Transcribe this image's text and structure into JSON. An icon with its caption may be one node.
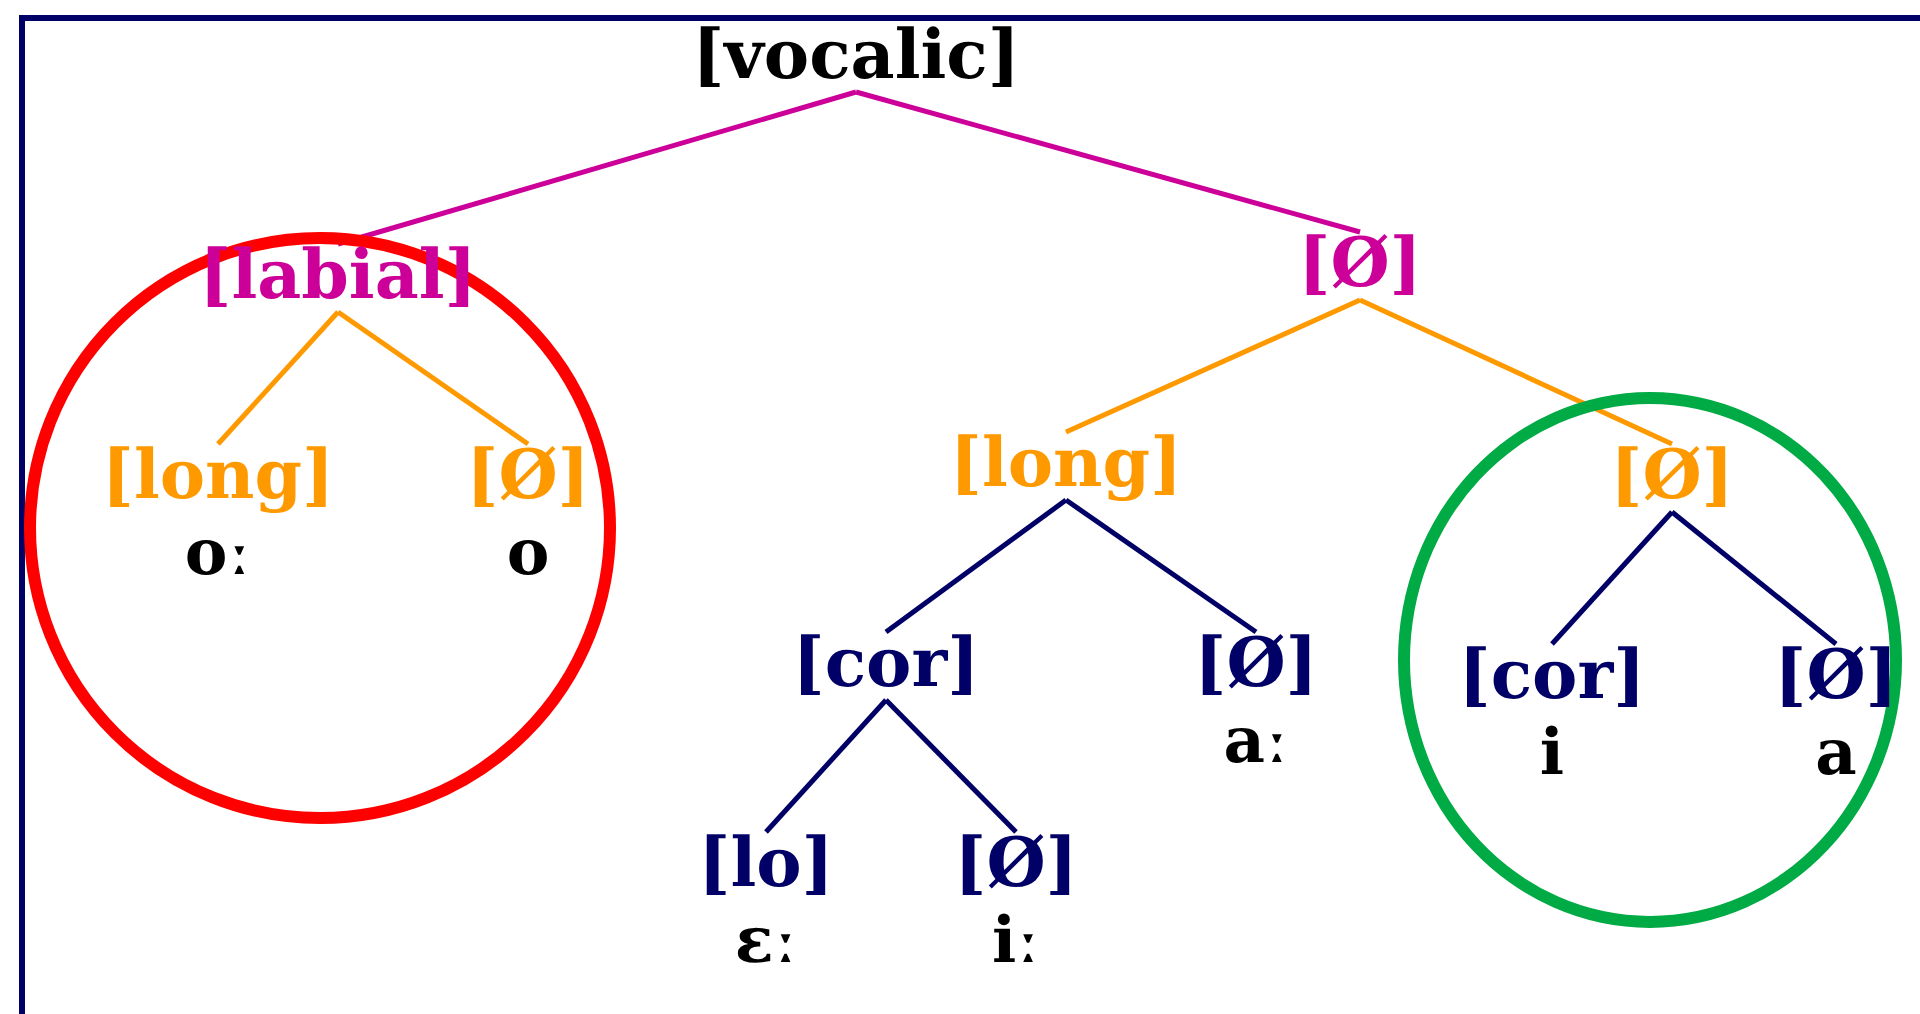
{
  "diagram": {
    "nodes": [
      {
        "text": [
          "[vocalic]"
        ]
      },
      {
        "text": [],
        "shape": "circle"
      },
      {
        "text": [
          "[labial]"
        ],
        "in": 1
      },
      {
        "text": [
          "[long]"
        ],
        "in": 1,
        "beside": [
          "oː"
        ]
      },
      {
        "text": [
          "[Ø]"
        ],
        "in": 1,
        "beside": [
          "o"
        ]
      },
      {
        "text": [
          "[Ø]"
        ]
      },
      {
        "text": [
          "[long]"
        ]
      },
      {
        "text": [],
        "shape": "circle"
      },
      {
        "text": [
          "[Ø]"
        ],
        "in": 7
      },
      {
        "text": [
          "[cor]"
        ]
      },
      {
        "text": [
          "[Ø]"
        ],
        "beside": [
          "aː"
        ]
      },
      {
        "text": [
          "[cor]"
        ],
        "in": 7,
        "beside": [
          "i"
        ]
      },
      {
        "text": [
          "[Ø]"
        ],
        "in": 7,
        "beside": [
          "a"
        ]
      },
      {
        "text": [
          "[lo]"
        ],
        "beside": [
          "ɛː"
        ]
      },
      {
        "text": [
          "[Ø]"
        ],
        "beside": [
          "iː"
        ]
      }
    ],
    "edges": [
      {
        "from": 0,
        "to": 2,
        "arrow": "none",
        "color": "#cc0099"
      },
      {
        "from": 0,
        "to": 5,
        "arrow": "none",
        "color": "#cc0099"
      },
      {
        "from": 2,
        "to": 3,
        "arrow": "none",
        "color": "#ff9900"
      },
      {
        "from": 2,
        "to": 4,
        "arrow": "none",
        "color": "#ff9900"
      },
      {
        "from": 5,
        "to": 6,
        "arrow": "none",
        "color": "#ff9900"
      },
      {
        "from": 5,
        "to": 8,
        "arrow": "none",
        "color": "#ff9900"
      },
      {
        "from": 6,
        "to": 9,
        "arrow": "none"
      },
      {
        "from": 6,
        "to": 10,
        "arrow": "none"
      },
      {
        "from": 8,
        "to": 11,
        "arrow": "none"
      },
      {
        "from": 8,
        "to": 12,
        "arrow": "none"
      },
      {
        "from": 9,
        "to": 13,
        "arrow": "none"
      },
      {
        "from": 9,
        "to": 14,
        "arrow": "none"
      }
    ]
  }
}
